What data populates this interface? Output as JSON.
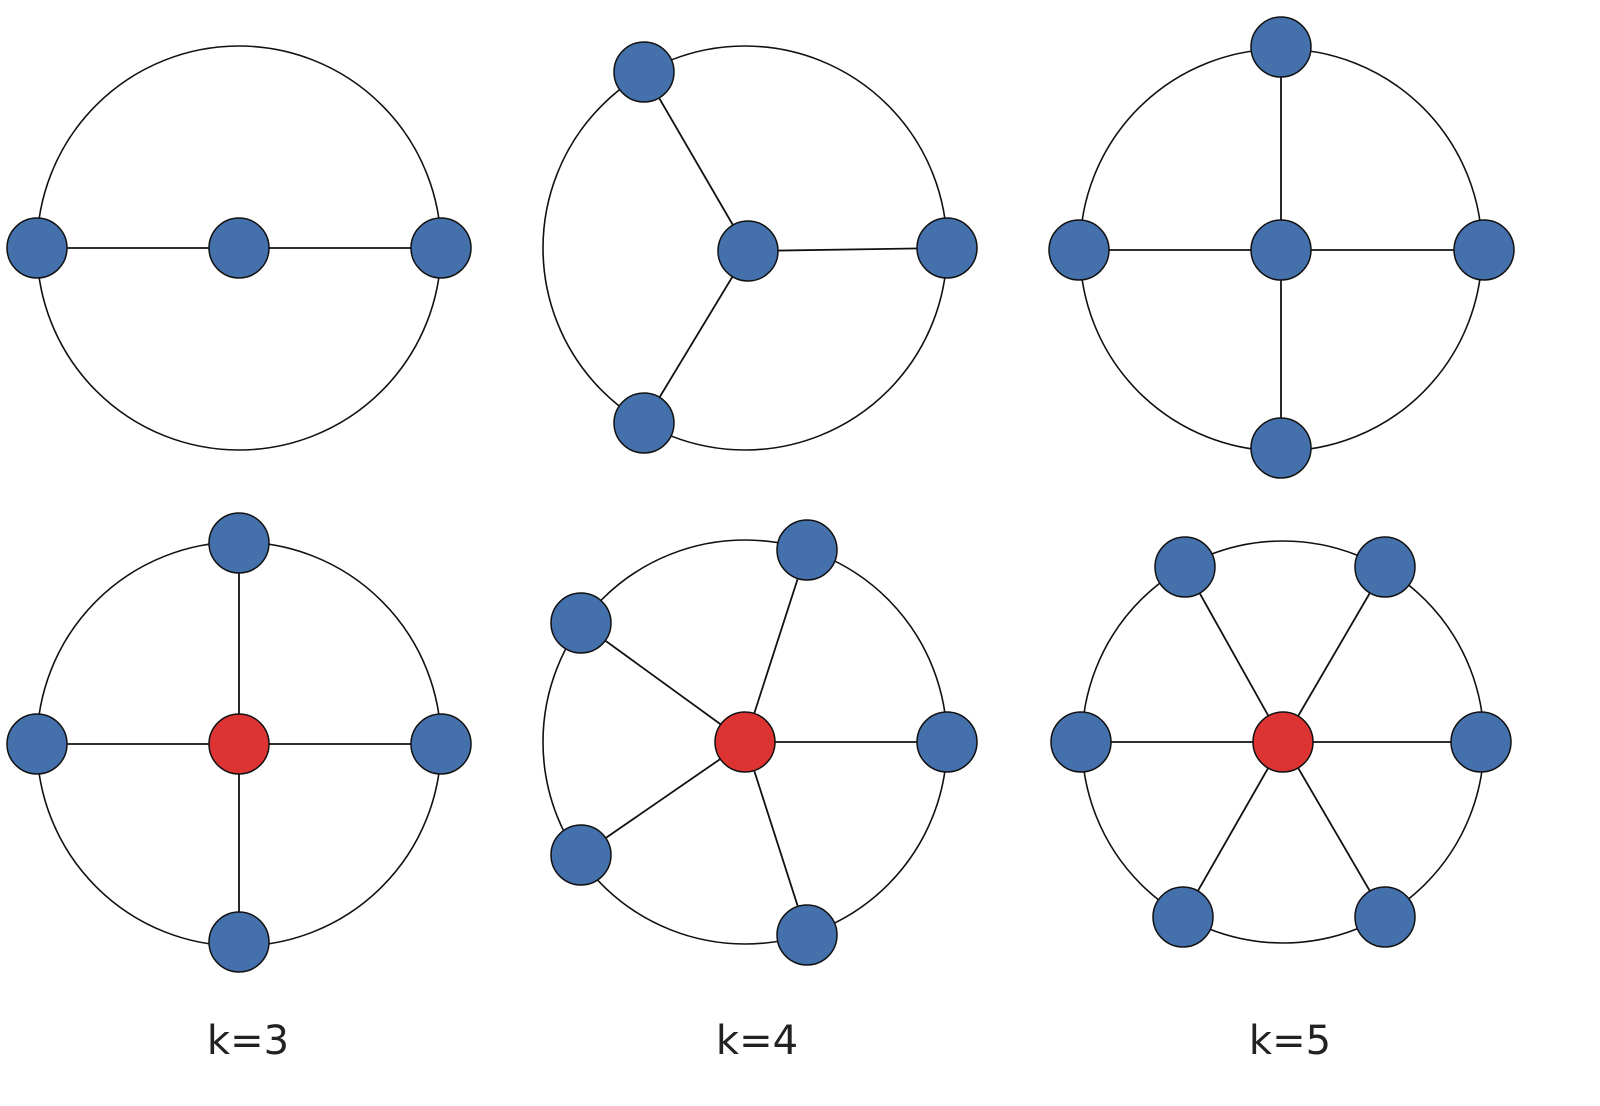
{
  "labels": [
    "k=3",
    "k=4",
    "k=5"
  ],
  "colors": {
    "node": "#4470ab",
    "center_highlight": "#dd3333",
    "edge": "#111111"
  }
}
